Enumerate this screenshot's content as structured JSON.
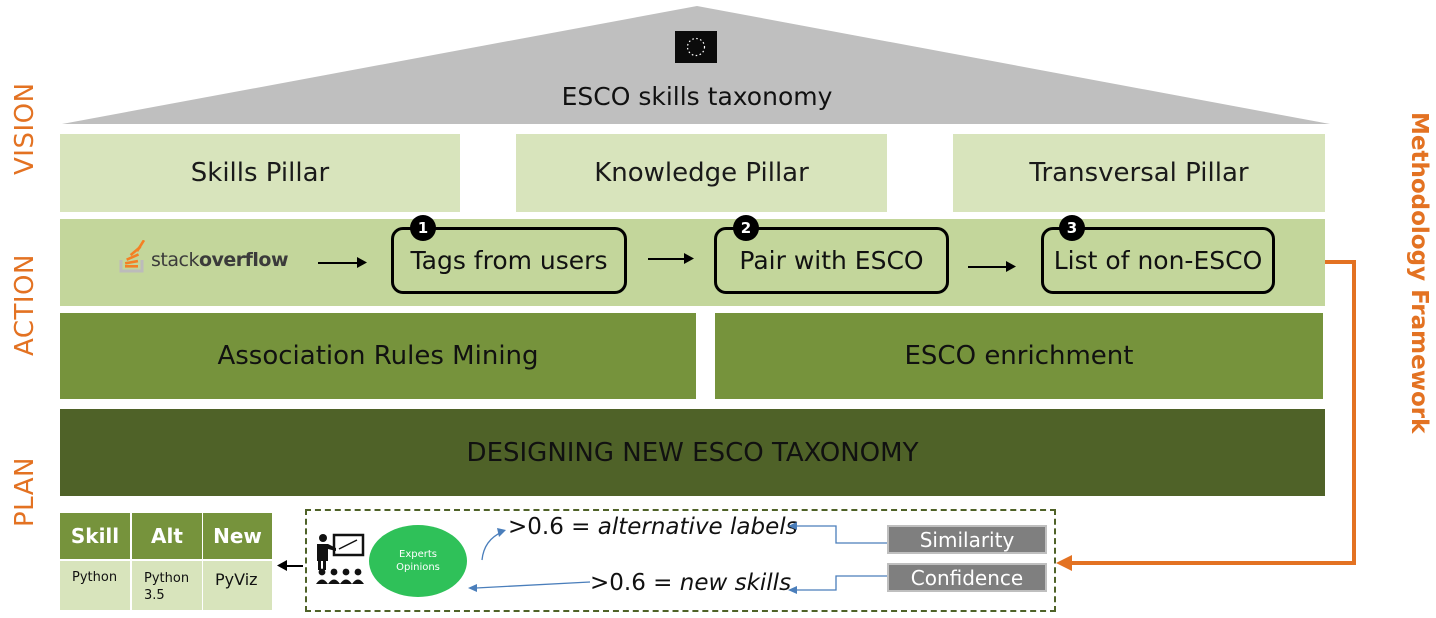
{
  "roof": {
    "title": "ESCO skills taxonomy",
    "flag_icon": "eu-flag-icon"
  },
  "side_labels": {
    "vision": "VISION",
    "action": "ACTION",
    "plan": "PLAN",
    "framework": "Methodology Framework"
  },
  "pillars": [
    "Skills Pillar",
    "Knowledge Pillar",
    "Transversal Pillar"
  ],
  "source": {
    "logo_prefix": "stack",
    "logo_suffix": "overflow",
    "icon": "stackoverflow-icon"
  },
  "steps": [
    {
      "num": "1",
      "label": "Tags from users"
    },
    {
      "num": "2",
      "label": "Pair with ESCO"
    },
    {
      "num": "3",
      "label": "List of non-ESCO"
    }
  ],
  "mining": "Association Rules Mining",
  "enrichment": "ESCO enrichment",
  "design": "DESIGNING NEW ESCO TAXONOMY",
  "table": {
    "headers": [
      "Skill",
      "Alt",
      "New"
    ],
    "row": [
      "Python",
      "Python 3.5",
      "PyViz"
    ]
  },
  "experts": {
    "label": "Experts Opinions",
    "icon": "presenter-icon"
  },
  "rules": {
    "alt_prefix": ">0.6 = ",
    "alt_text": "alternative labels",
    "new_prefix": ">0.6 = ",
    "new_text": "new skills"
  },
  "metrics": [
    "Similarity",
    "Confidence"
  ],
  "colors": {
    "orange": "#e37222",
    "light_green": "#d8e4bc",
    "action_green": "#c3d69b",
    "mid_green": "#76933c",
    "dark_green": "#4f6228",
    "roof_grey": "#bfbfbf",
    "arrow_blue": "#4a7ebb"
  }
}
